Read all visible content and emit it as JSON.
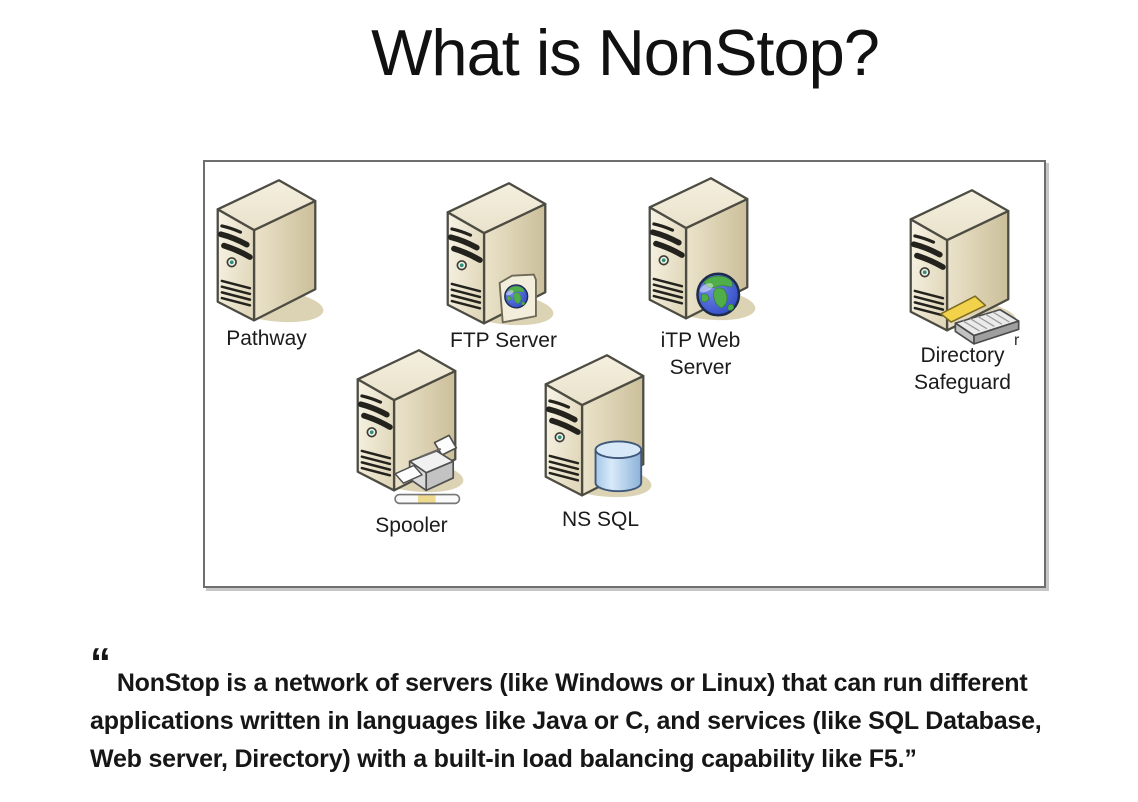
{
  "slide": {
    "title": "What is NonStop?",
    "background": "#ffffff"
  },
  "diagram": {
    "description": "Boxed diagram of NonStop system components shown as tower servers",
    "servers": [
      {
        "id": "pathway",
        "label": "Pathway",
        "label2": "",
        "icon": "tower-server-icon",
        "badge_icon": ""
      },
      {
        "id": "ftp-server",
        "label": "FTP Server",
        "label2": "",
        "icon": "tower-server-icon",
        "badge_icon": "folder-globe-icon"
      },
      {
        "id": "itp-web-server",
        "label": "iTP Web",
        "label2": "Server",
        "icon": "tower-server-icon",
        "badge_icon": "globe-icon"
      },
      {
        "id": "directory-safeguard",
        "label": "Directory",
        "label2": "Safeguard",
        "icon": "tower-server-icon",
        "badge_icon": "card-file-icon"
      },
      {
        "id": "spooler",
        "label": "Spooler",
        "label2": "",
        "icon": "tower-server-icon",
        "badge_icon": "printer-icon"
      },
      {
        "id": "ns-sql",
        "label": "NS SQL",
        "label2": "",
        "icon": "tower-server-icon",
        "badge_icon": "database-icon"
      }
    ],
    "stray_text": "r"
  },
  "quote": {
    "open_mark": "“",
    "lines": [
      "NonStop is a network of servers (like Windows or Linux) that can run different",
      "applications written in languages like Java or C, and services (like SQL Database,",
      "Web server, Directory) with a built-in load balancing capability like F5.”"
    ]
  },
  "colors": {
    "tower_beige": "#e7dfc6",
    "tower_outline": "#4d4c43",
    "shadow_tan": "#dcd3b5",
    "globe_blue": "#2b46c4",
    "globe_green": "#4fae4a",
    "database_blue": "#c9dff5",
    "folder_cream": "#f3eedb",
    "paper_yellow": "#f2d24b",
    "printer_gray": "#dadada",
    "box_border": "#6e6e6e"
  }
}
